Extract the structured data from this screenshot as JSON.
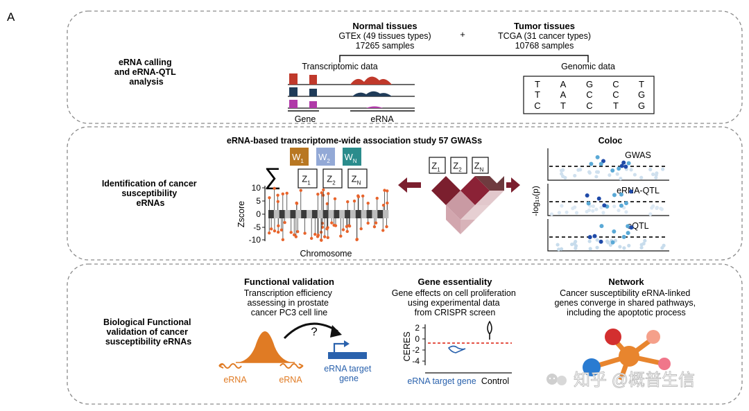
{
  "figure_letter": "A",
  "panel1": {
    "label": [
      "eRNA calling",
      "and eRNA-QTL",
      "analysis"
    ],
    "normal": {
      "title": "Normal tissues",
      "line1": "GTEx (49 tissues types)",
      "line2": "17265 samples"
    },
    "plus": "+",
    "tumor": {
      "title": "Tumor tissues",
      "line1": "TCGA (31 cancer types)",
      "line2": "10768 samples"
    },
    "transcriptomic_label": "Transcriptomic data",
    "gene_label": "Gene",
    "erna_label": "eRNA",
    "genomic_label": "Genomic data",
    "genomic_rows": [
      [
        "T",
        "A",
        "G",
        "C",
        "T"
      ],
      [
        "T",
        "A",
        "C",
        "C",
        "G"
      ],
      [
        "C",
        "T",
        "C",
        "T",
        "G"
      ]
    ]
  },
  "panel2": {
    "label": [
      "Identification of cancer",
      "susceptibility",
      "eRNAs"
    ],
    "title": "eRNA-based transcriptome-wide association study  57 GWASs",
    "sigma": "∑",
    "weights": [
      {
        "main": "W",
        "sub": "1",
        "color": "#b87722"
      },
      {
        "main": "W",
        "sub": "2",
        "color": "#93a9d6"
      },
      {
        "main": "W",
        "sub": "N",
        "color": "#2b8c8c"
      }
    ],
    "z_left": [
      {
        "main": "Z",
        "sub": "1"
      },
      {
        "main": "Z",
        "sub": "2"
      },
      {
        "main": "Z",
        "sub": "N"
      }
    ],
    "z_mid": [
      {
        "main": "Z",
        "sub": "1"
      },
      {
        "main": "Z",
        "sub": "2"
      },
      {
        "main": "Z",
        "sub": "N"
      }
    ],
    "zscore_axis": "Zscore",
    "zscore_ticks": [
      "10",
      "5",
      "0",
      "-5",
      "-10"
    ],
    "chromosome_label": "Chromosome",
    "coloc_title": "Coloc",
    "coloc_tracks": [
      "GWAS",
      "eRNA-QTL",
      "eQTL"
    ],
    "coloc_axis": "-log₁₀(p)",
    "arrow_color": "#7b1f2e"
  },
  "panel3": {
    "label": [
      "Biological Functional",
      "validation of cancer",
      "susceptibility eRNAs"
    ],
    "functional": {
      "title": "Functional validation",
      "lines": [
        "Transcription efficiency",
        "assessing in prostate",
        "cancer PC3 cell line"
      ]
    },
    "question": "?",
    "erna_left": "eRNA",
    "erna_right": "eRNA",
    "target_gene": [
      "eRNA target",
      "gene"
    ],
    "essentiality": {
      "title": "Gene essentiality",
      "lines": [
        "Gene effects on cell proliferation",
        "using experimental data",
        "from CRISPR screen"
      ]
    },
    "ceres_axis": "CERES",
    "ceres_ticks": [
      "2",
      "0",
      "-2",
      "-4"
    ],
    "ceres_x_left": "eRNA target gene",
    "ceres_x_right": "Control",
    "network": {
      "title": "Network",
      "lines": [
        "Cancer susceptibility eRNA-linked",
        "genes converge in shared pathways,",
        "including the apoptotic process"
      ]
    }
  },
  "watermark": "知乎 @概普生信",
  "colors": {
    "orange": "#e07b24",
    "blue": "#2a62ad",
    "red_dash": "#e03a2c",
    "track_red": "#c0392b",
    "track_navy": "#1f3b58",
    "track_magenta": "#b03aa8"
  }
}
